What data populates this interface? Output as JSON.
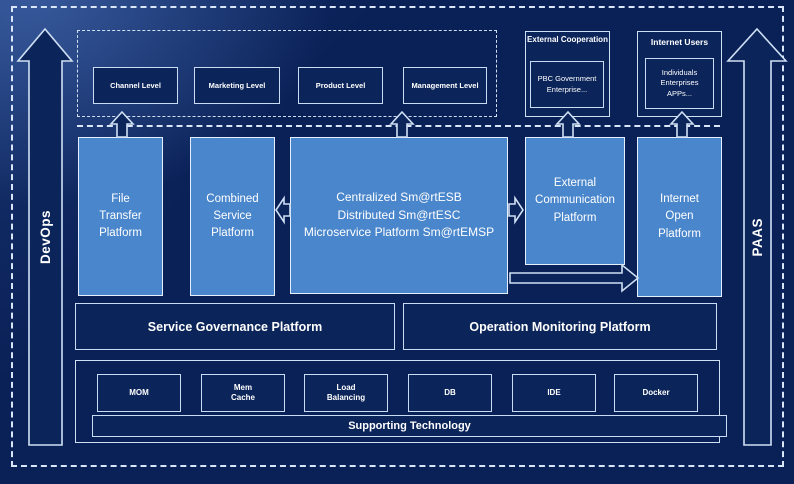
{
  "side_rails": {
    "devops_label": "DevOps",
    "paas_label": "PAAS"
  },
  "access_layer": {
    "levels": [
      "Channel Level",
      "Marketing Level",
      "Product Level",
      "Management Level"
    ],
    "external_cooperation": {
      "title": "External Cooperation",
      "members": "PBC Government Enterprise..."
    },
    "internet_users": {
      "title": "Internet Users",
      "members": "Individuals Enterprises APPs..."
    }
  },
  "platform_layer": {
    "file_transfer": {
      "lines": [
        "File",
        "Transfer",
        "Platform"
      ]
    },
    "combined_service": {
      "lines": [
        "Combined",
        "Service",
        "Platform"
      ]
    },
    "central": {
      "lines": [
        "Centralized Sm@rtESB",
        "Distributed Sm@rtESC",
        "Microservice Platform Sm@rtEMSP"
      ]
    },
    "external_communication": {
      "lines": [
        "External",
        "Communication",
        "Platform"
      ]
    },
    "internet_open": {
      "lines": [
        "Internet",
        "Open",
        "Platform"
      ]
    }
  },
  "management_layer": {
    "service_governance": "Service Governance Platform",
    "operation_monitoring": "Operation Monitoring Platform"
  },
  "technology_layer": {
    "items": [
      "MOM",
      "Mem Cache",
      "Load Balancing",
      "DB",
      "IDE",
      "Docker"
    ],
    "bar_label": "Supporting Technology"
  },
  "colors": {
    "background": "#0a2157",
    "platform_blue": "#4a86cb",
    "dark_box": "#0b2459",
    "line_light": "#cfe0f4"
  }
}
